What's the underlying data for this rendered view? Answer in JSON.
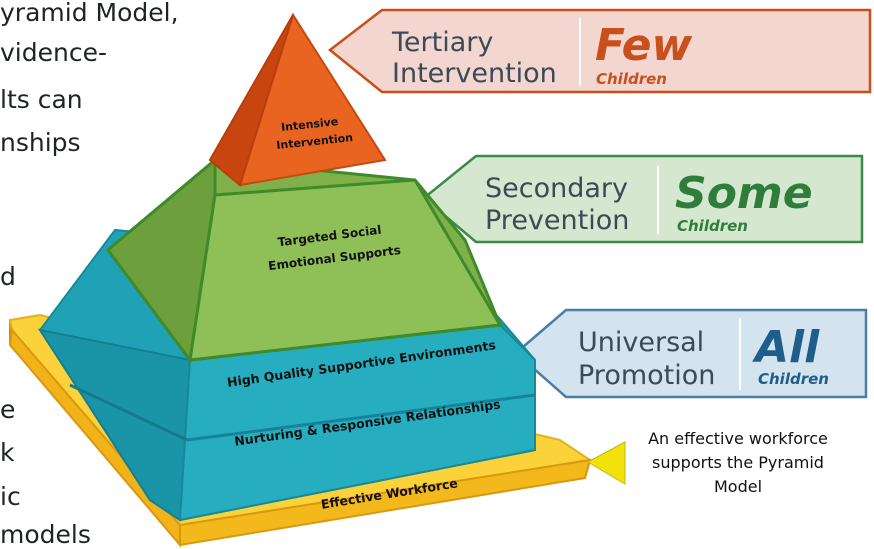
{
  "background_text": [
    "yramid Model,",
    "vidence-",
    "lts can",
    "nships",
    "d",
    "e",
    "k",
    "ic",
    "models"
  ],
  "pyramid": {
    "top_label": [
      "Intensive",
      "Intervention"
    ],
    "second_label": [
      "Targeted Social",
      "Emotional Supports"
    ],
    "third_label": "High Quality Supportive Environments",
    "fourth_label": "Nurturing & Responsive Relationships",
    "base_label": "Effective Workforce"
  },
  "tiers": [
    {
      "line1": "Tertiary",
      "line2": "Intervention",
      "big": "Few",
      "small": "Children",
      "color": "#c9501c",
      "fill": "#f3d6cf",
      "border": "#c9501c"
    },
    {
      "line1": "Secondary",
      "line2": "Prevention",
      "big": "Some",
      "small": "Children",
      "color": "#2e7d3a",
      "fill": "#d5e8cf",
      "border": "#3b8a4a"
    },
    {
      "line1": "Universal",
      "line2": "Promotion",
      "big": "All",
      "small": "Children",
      "color": "#1f5d8a",
      "fill": "#d3e4ee",
      "border": "#4a7fa4"
    }
  ],
  "note": [
    "An effective workforce",
    "supports the Pyramid",
    "Model"
  ],
  "colors": {
    "orange": "#e35a1a",
    "green": "#7fb04a",
    "teal": "#1fa2b5",
    "yellow": "#f7c51e"
  }
}
